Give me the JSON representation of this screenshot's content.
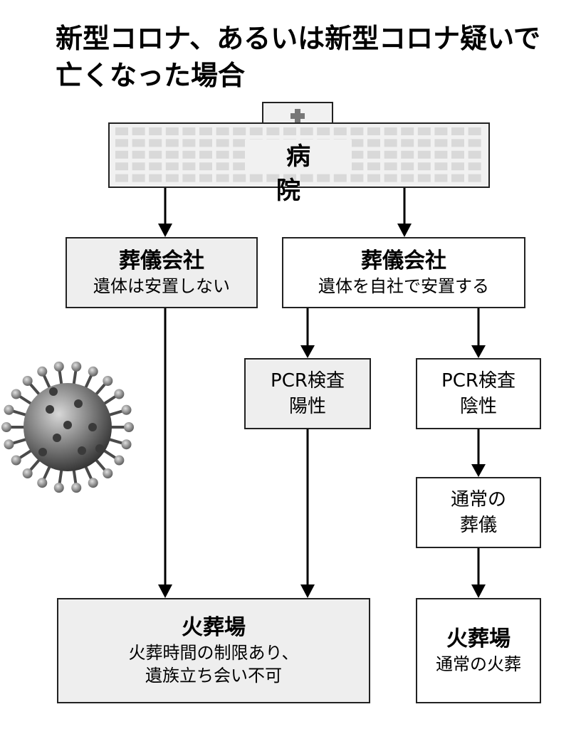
{
  "title": {
    "line1": "新型コロナ、あるいは新型コロナ疑いで",
    "line2": "亡くなった場合"
  },
  "hospital": {
    "label": "病院"
  },
  "funeral_left": {
    "head": "葬儀会社",
    "sub": "遺体は安置しない"
  },
  "funeral_right": {
    "head": "葬儀会社",
    "sub": "遺体を自社で安置する"
  },
  "pcr_positive": {
    "line1": "PCR検査",
    "line2": "陽性"
  },
  "pcr_negative": {
    "line1": "PCR検査",
    "line2": "陰性"
  },
  "normal_funeral": {
    "line1": "通常の",
    "line2": "葬儀"
  },
  "crematorium_left": {
    "head": "火葬場",
    "sub1": "火葬時間の制限あり、",
    "sub2": "遺族立ち会い不可"
  },
  "crematorium_right": {
    "head": "火葬場",
    "sub": "通常の火葬"
  },
  "colors": {
    "box_fill": "#eeeeee",
    "outline": "#222222",
    "cross": "#777777"
  }
}
